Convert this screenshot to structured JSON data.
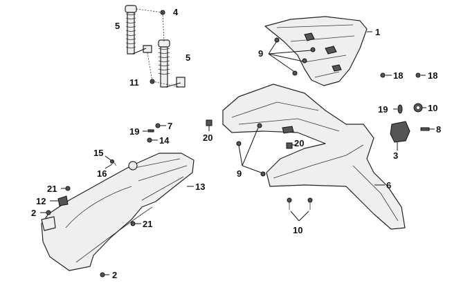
{
  "labels": {
    "l1": "1",
    "l2a": "2",
    "l2b": "2",
    "l3": "3",
    "l4": "4",
    "l5a": "5",
    "l5b": "5",
    "l6": "6",
    "l7": "7",
    "l8": "8",
    "l9a": "9",
    "l9b": "9",
    "l10a": "10",
    "l10b": "10",
    "l11": "11",
    "l12": "12",
    "l13": "13",
    "l14": "14",
    "l15": "15",
    "l16": "16",
    "l18a": "18",
    "l18b": "18",
    "l19a": "19",
    "l19b": "19",
    "l20a": "20",
    "l20b": "20",
    "l21a": "21",
    "l21b": "21"
  }
}
